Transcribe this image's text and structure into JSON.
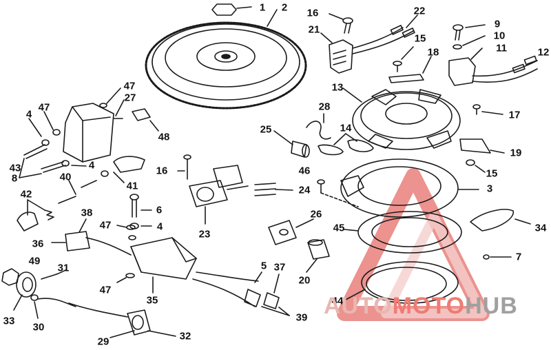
{
  "diagram": {
    "callouts": [
      "1",
      "2",
      "3",
      "4",
      "4",
      "4",
      "5",
      "6",
      "7",
      "8",
      "9",
      "10",
      "11",
      "12",
      "13",
      "14",
      "15",
      "15",
      "16",
      "16",
      "17",
      "18",
      "19",
      "20",
      "21",
      "22",
      "23",
      "24",
      "25",
      "26",
      "27",
      "28",
      "29",
      "30",
      "31",
      "32",
      "33",
      "34",
      "35",
      "36",
      "37",
      "38",
      "39",
      "40",
      "41",
      "42",
      "43",
      "44",
      "45",
      "46",
      "47",
      "47",
      "47",
      "47",
      "48",
      "49"
    ]
  },
  "watermark": {
    "part1": "AUTO",
    "part2": "MOTO",
    "part3": "HUB"
  },
  "colors": {
    "line": "#1a1a1a",
    "watermark_red": "#e04a44",
    "watermark_light": "#f2c8c4",
    "watermark_gray": "#9a9a9a"
  }
}
